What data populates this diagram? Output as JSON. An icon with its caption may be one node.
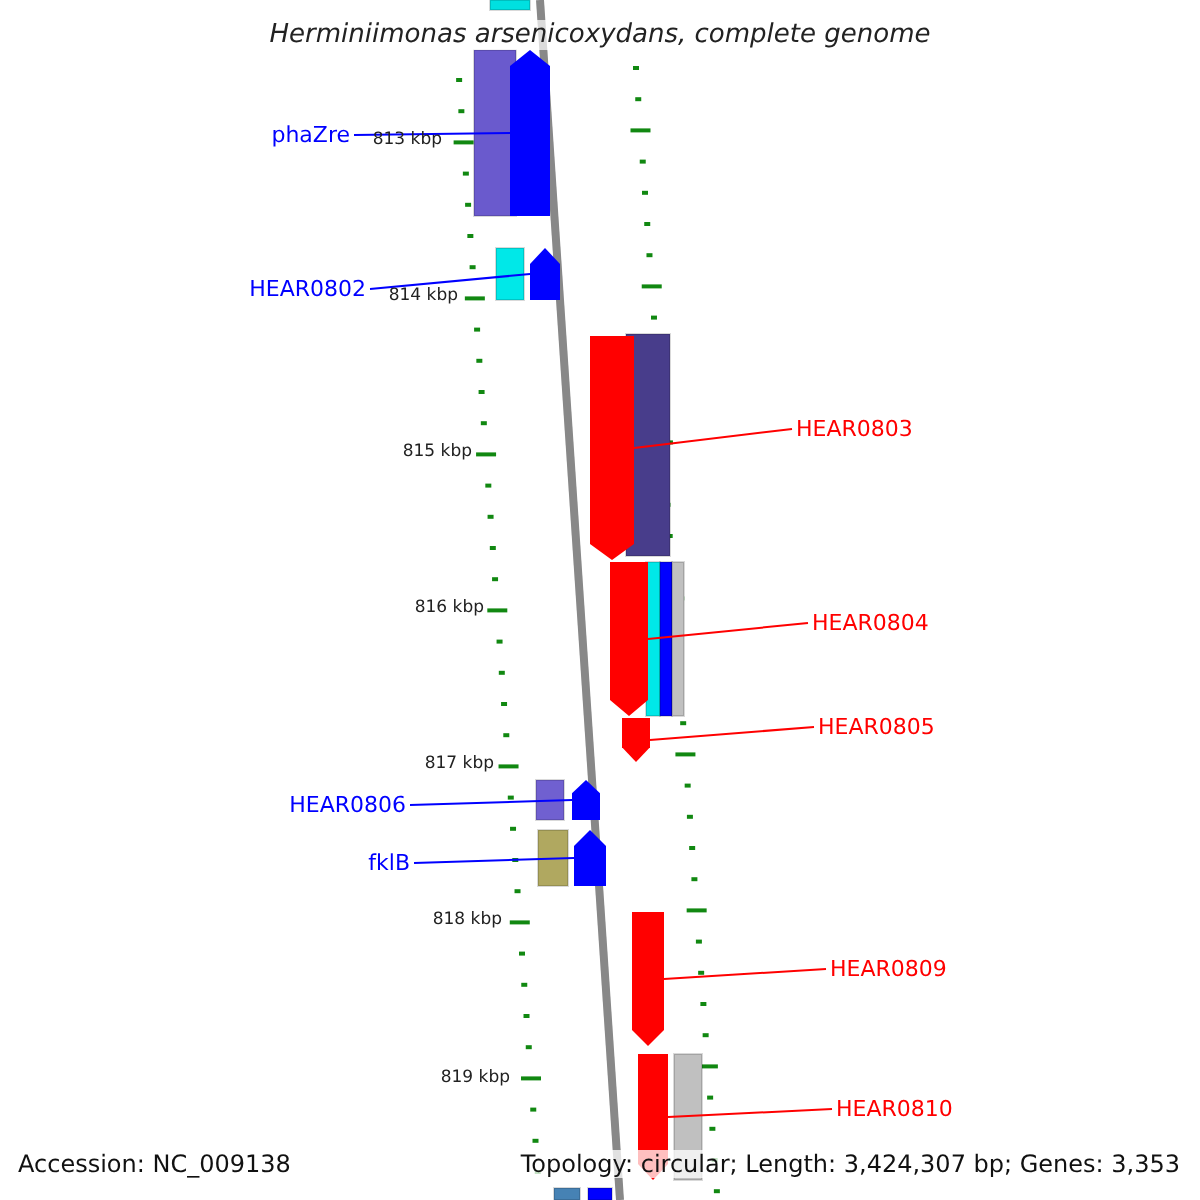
{
  "diagram": {
    "title": "Herminiimonas arsenicoxydans, complete genome",
    "nodes": [
      {
        "text": [
          "phaZre"
        ]
      },
      {
        "text": [],
        "shape": "bar"
      },
      {
        "text": [
          "HEAR0802"
        ]
      },
      {
        "text": [],
        "shape": "bar"
      },
      {
        "text": [
          "HEAR0803"
        ]
      },
      {
        "text": [],
        "shape": "bar"
      },
      {
        "text": [
          "HEAR0804"
        ]
      },
      {
        "text": [],
        "shape": "bar"
      },
      {
        "text": [
          "HEAR0805"
        ]
      },
      {
        "text": [],
        "shape": "bar"
      },
      {
        "text": [
          "HEAR0806"
        ]
      },
      {
        "text": [],
        "shape": "bar"
      },
      {
        "text": [
          "fklB"
        ]
      },
      {
        "text": [],
        "shape": "bar"
      },
      {
        "text": [
          "HEAR0809"
        ]
      },
      {
        "text": [],
        "shape": "bar"
      },
      {
        "text": [
          "HEAR0810"
        ]
      },
      {
        "text": [],
        "shape": "bar"
      }
    ],
    "edges": [
      {
        "from": 0,
        "to": 1,
        "arrow": "none",
        "color": "#0000ff"
      },
      {
        "from": 2,
        "to": 3,
        "arrow": "none",
        "color": "#0000ff"
      },
      {
        "from": 4,
        "to": 5,
        "arrow": "none",
        "color": "#ff0000"
      },
      {
        "from": 6,
        "to": 7,
        "arrow": "none",
        "color": "#ff0000"
      },
      {
        "from": 8,
        "to": 9,
        "arrow": "none",
        "color": "#ff0000"
      },
      {
        "from": 10,
        "to": 11,
        "arrow": "none",
        "color": "#0000ff"
      },
      {
        "from": 12,
        "to": 13,
        "arrow": "none",
        "color": "#0000ff"
      },
      {
        "from": 14,
        "to": 15,
        "arrow": "none",
        "color": "#ff0000"
      },
      {
        "from": 16,
        "to": 17,
        "arrow": "none",
        "color": "#ff0000"
      }
    ],
    "labels": [
      "813 kbp",
      "814 kbp",
      "815 kbp",
      "816 kbp",
      "817 kbp",
      "818 kbp",
      "819 kbp",
      "Accession: NC_009138",
      "Topology: circular; Length: 3,424,307 bp; Genes: 3,353"
    ]
  }
}
